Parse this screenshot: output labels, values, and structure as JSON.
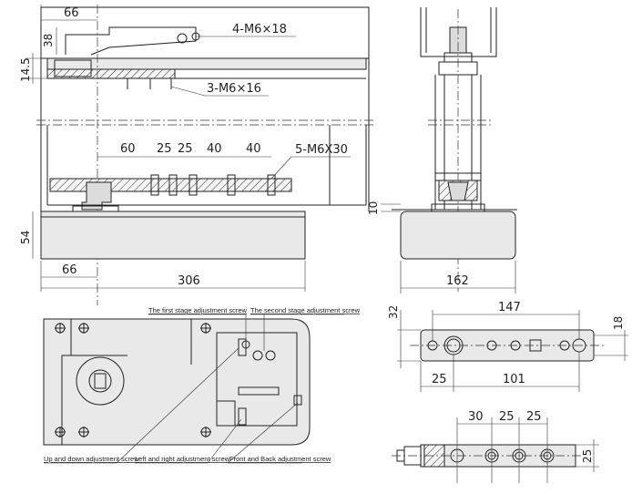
{
  "dimensions": {
    "front_top_width": "66",
    "front_top_height": "38",
    "front_gap": "14.5",
    "screws_top": "4-M6×18",
    "screws_mid": "3-M6×16",
    "screws_bottom": "5-M6X30",
    "spacing_a": "60",
    "spacing_b": "25",
    "spacing_c": "25",
    "spacing_d": "40",
    "spacing_e": "40",
    "body_height": "54",
    "body_offset": "66",
    "body_length": "306",
    "side_gap": "10",
    "side_width": "162",
    "plate_height": "32",
    "plate_hole_span": "147",
    "plate_right_height": "18",
    "plate_left_offset": "25",
    "plate_mid_span": "101",
    "bottom_s1": "30",
    "bottom_s2": "25",
    "bottom_s3": "25",
    "bottom_height": "25"
  },
  "labels": {
    "first_stage": "The first stage adjustment screw",
    "second_stage": "The second stage adjustment screw",
    "up_down": "Up and down adjustment screw",
    "left_right": "Left and right adjustment screw",
    "front_back": "Front and Back adjustment screw"
  }
}
